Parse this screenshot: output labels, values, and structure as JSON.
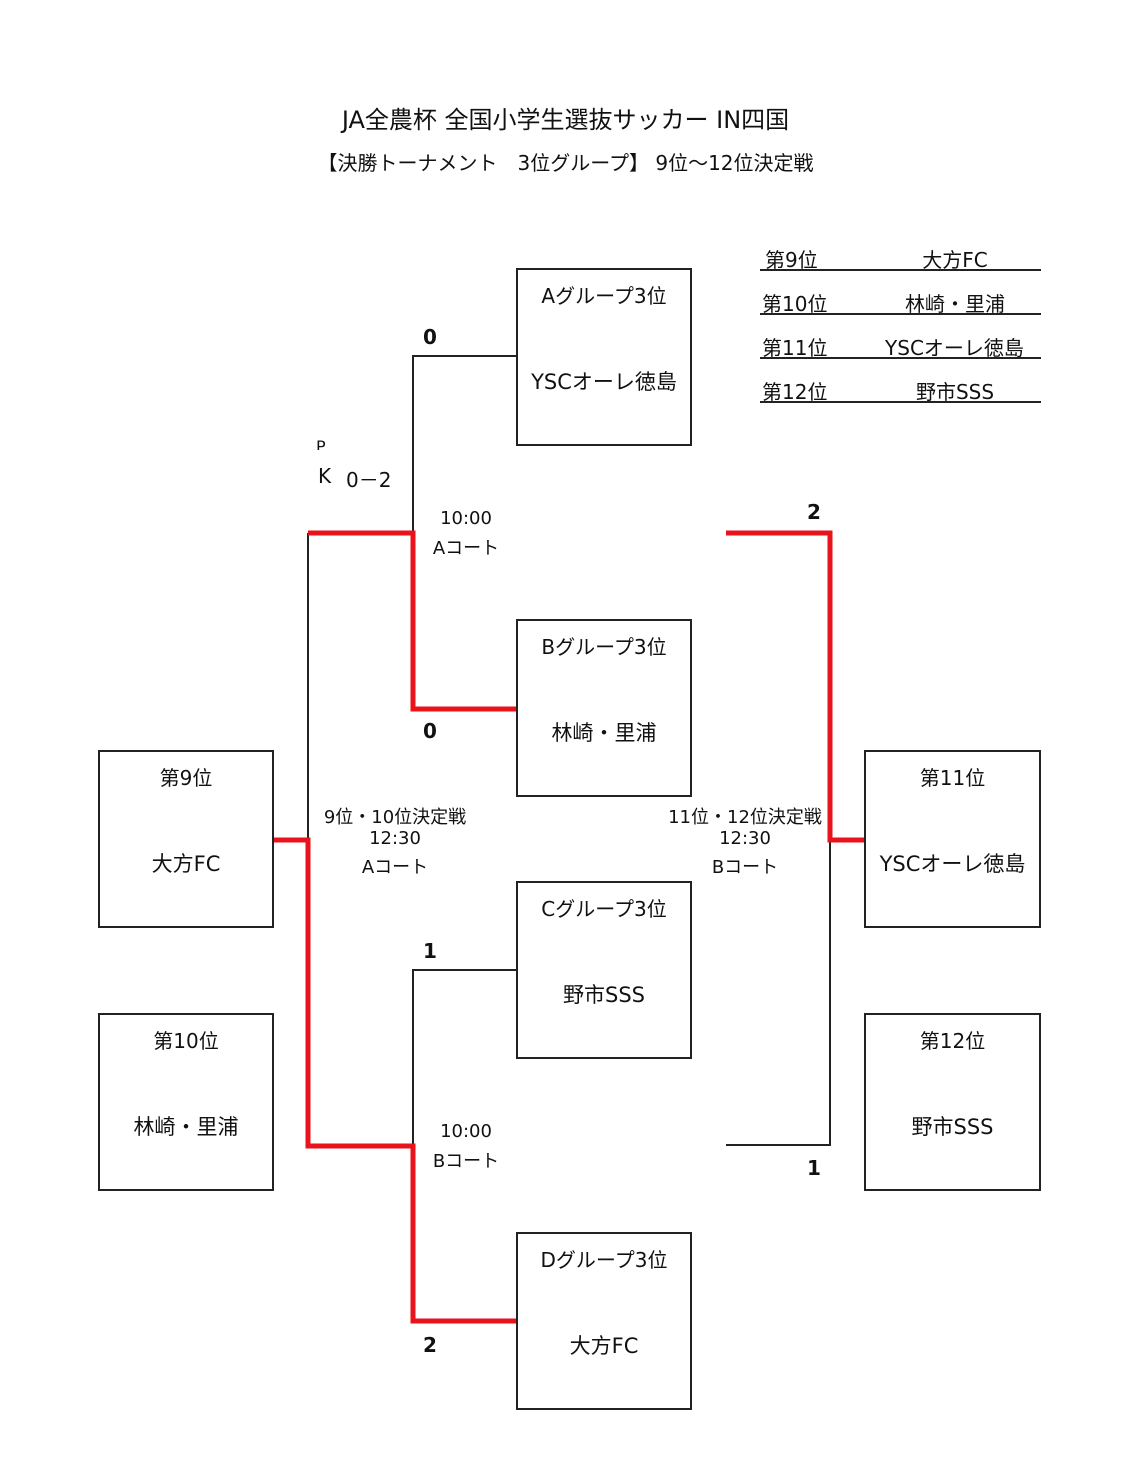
{
  "title": "JA全農杯 全国小学生選抜サッカー IN四国",
  "subtitle": "【決勝トーナメント　3位グループ】 9位～12位決定戦",
  "results": [
    {
      "rank": "第9位",
      "team": "大方FC"
    },
    {
      "rank": "第10位",
      "team": "林崎・里浦"
    },
    {
      "rank": "第11位",
      "team": "YSCオーレ徳島"
    },
    {
      "rank": "第12位",
      "team": "野市SSS"
    }
  ],
  "groups": [
    {
      "label": "Aグループ3位",
      "team": "YSCオーレ徳島"
    },
    {
      "label": "Bグループ3位",
      "team": "林崎・里浦"
    },
    {
      "label": "Cグループ3位",
      "team": "野市SSS"
    },
    {
      "label": "Dグループ3位",
      "team": "大方FC"
    }
  ],
  "finals": [
    {
      "label": "第9位",
      "team": "大方FC"
    },
    {
      "label": "第10位",
      "team": "林崎・里浦"
    },
    {
      "label": "第11位",
      "team": "YSCオーレ徳島"
    },
    {
      "label": "第12位",
      "team": "野市SSS"
    }
  ],
  "scores": {
    "a": "0",
    "b": "0",
    "c": "1",
    "d": "2",
    "final_11_top": "2",
    "final_11_bottom": "1",
    "pk_p": "P",
    "pk_k": "K",
    "pk_score": "0－2"
  },
  "matches": {
    "ab_time": "10:00",
    "ab_court": "Aコート",
    "cd_time": "10:00",
    "cd_court": "Bコート",
    "left_title": "9位・10位決定戦",
    "left_time": "12:30",
    "left_court": "Aコート",
    "right_title": "11位・12位決定戦",
    "right_time": "12:30",
    "right_court": "Bコート"
  },
  "colors": {
    "win_line": "#e8131b",
    "line": "#222222"
  }
}
